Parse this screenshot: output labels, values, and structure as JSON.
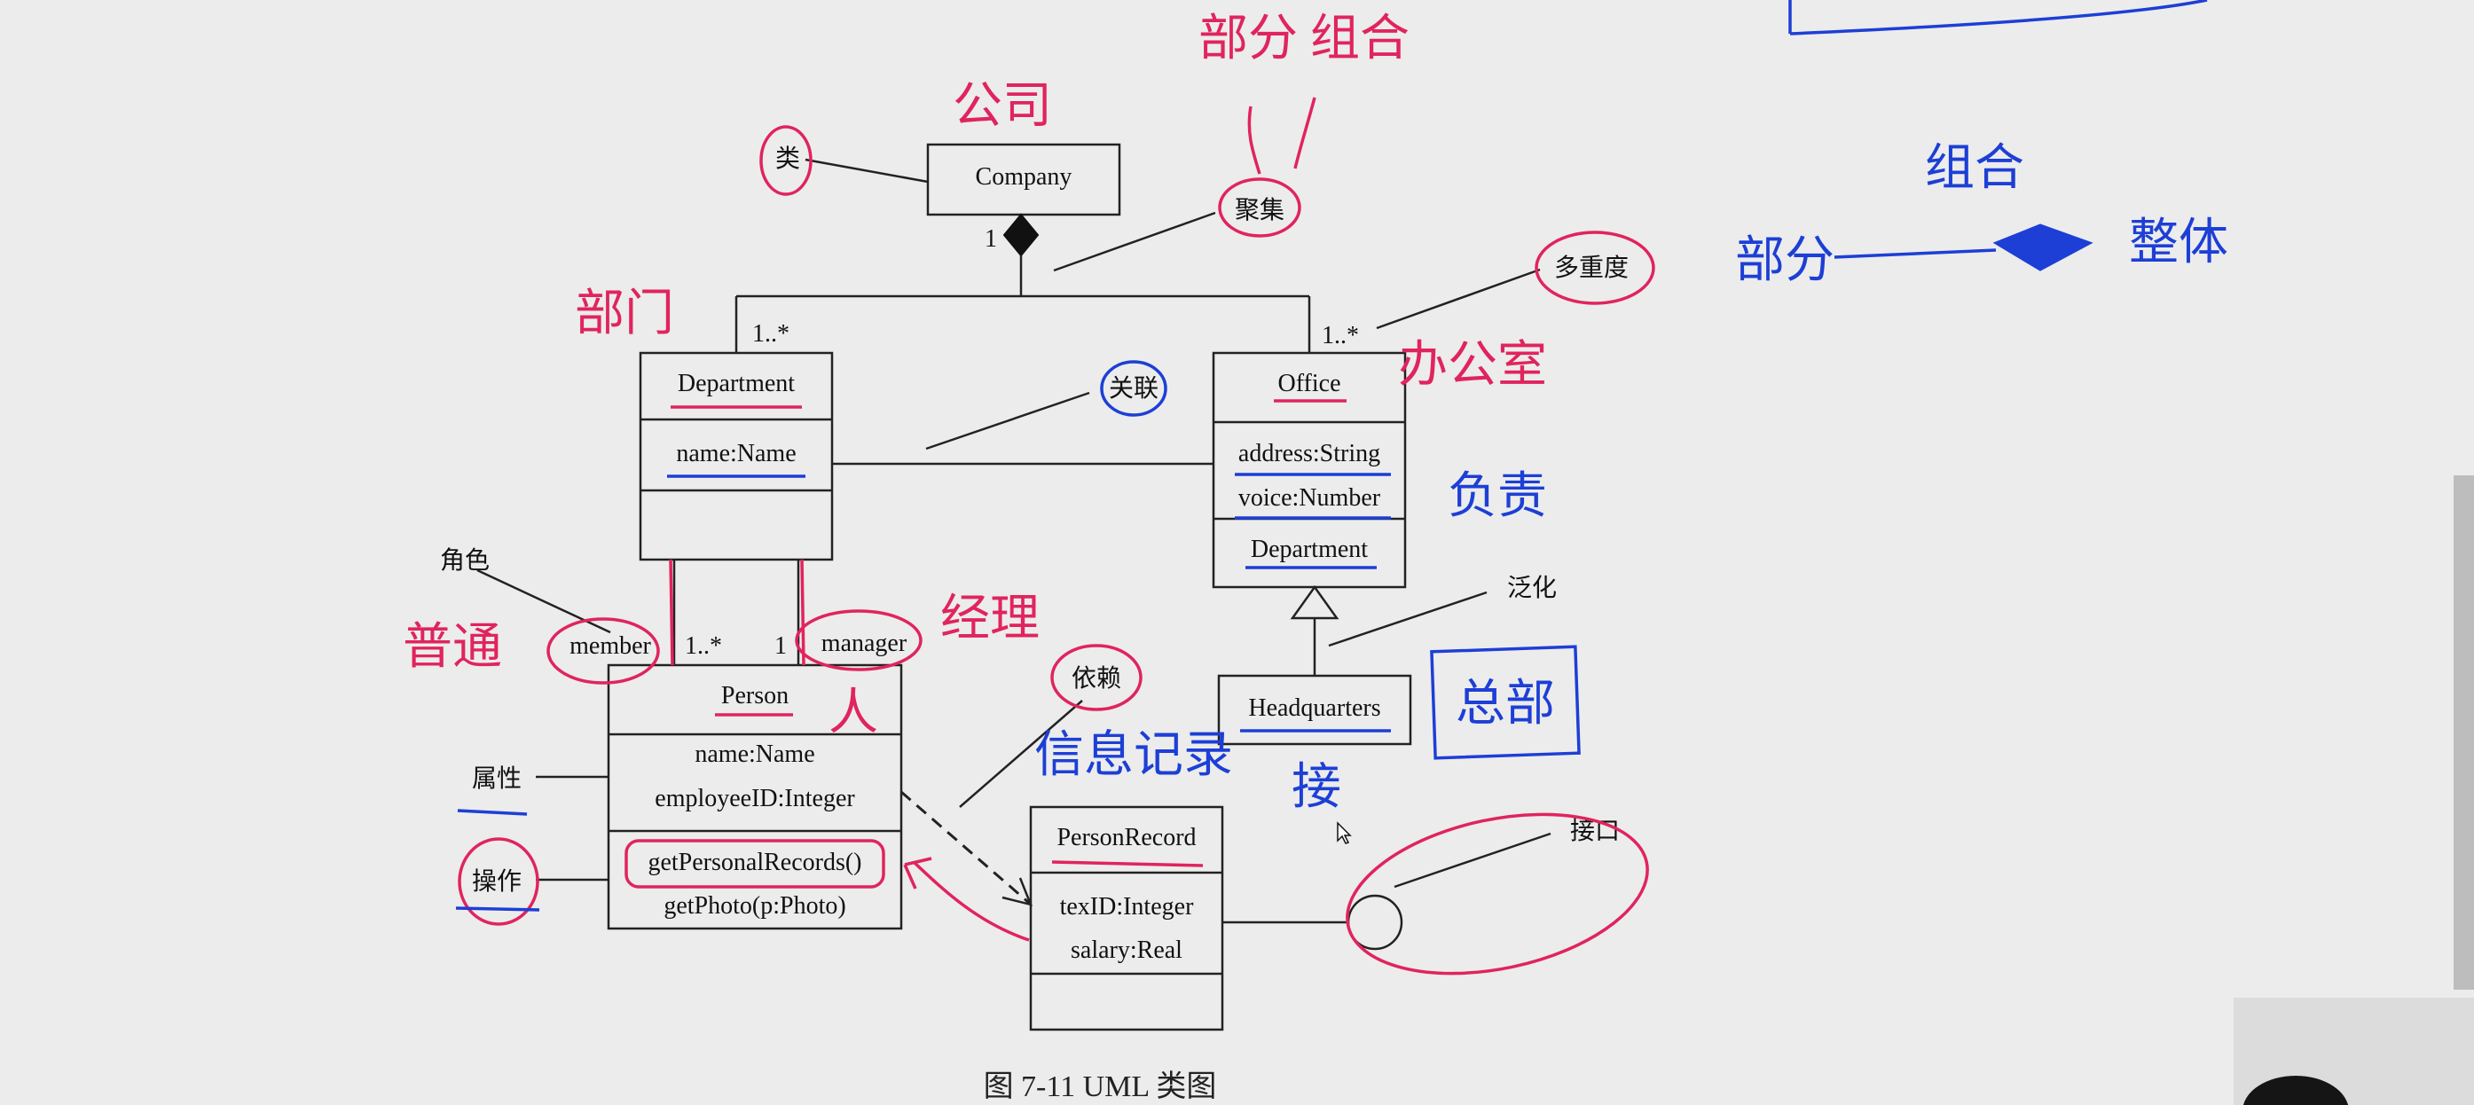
{
  "diagram": {
    "classes": {
      "company": {
        "name": "Company"
      },
      "department": {
        "name": "Department",
        "attributes": [
          "name:Name"
        ]
      },
      "office": {
        "name": "Office",
        "attributes": [
          "address:String",
          "voice:Number"
        ],
        "operations": [
          "Department"
        ]
      },
      "person": {
        "name": "Person",
        "attributes": [
          "name:Name",
          "employeeID:Integer"
        ],
        "operations": [
          "getPersonalRecords()",
          "getPhoto(p:Photo)"
        ]
      },
      "headquarters": {
        "name": "Headquarters"
      },
      "person_record": {
        "name": "PersonRecord",
        "attributes": [
          "texID:Integer",
          "salary:Real"
        ]
      }
    },
    "multiplicities": {
      "company": "1",
      "department": "1..*",
      "office": "1..*",
      "member": "1..*",
      "manager": "1"
    },
    "roles": {
      "member": "member",
      "manager": "manager"
    },
    "notes": {
      "class": "类",
      "aggregation": "聚集",
      "multiplicity": "多重度",
      "association": "关联",
      "generalization": "泛化",
      "role": "角色",
      "attribute": "属性",
      "operation": "操作",
      "dependency": "依赖",
      "interface": "接口"
    },
    "caption": "图 7-11    UML 类图"
  },
  "handwriting": {
    "company": "公司",
    "part_whole": "部分 组合",
    "department": "部门",
    "office": "办公室",
    "responsible": "负责",
    "general": "普通",
    "manager": "经理",
    "person": "人",
    "record": "信息记录",
    "headquarters": "总部",
    "interface": "接",
    "legend_part": "部分",
    "legend_composition": "组合",
    "legend_whole": "整体"
  },
  "colors": {
    "annotation_red": "#e0245e",
    "annotation_blue": "#1d3fd6"
  }
}
